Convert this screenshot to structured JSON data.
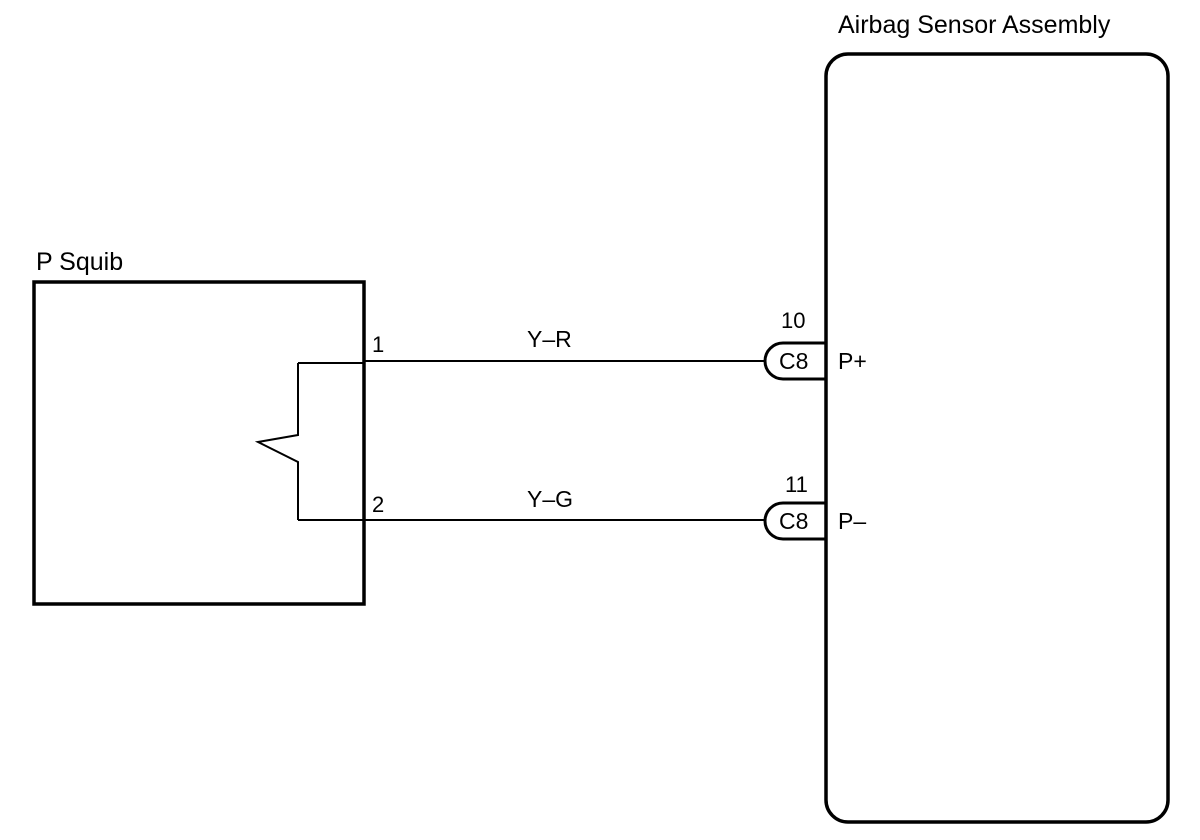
{
  "components": {
    "squib": {
      "title": "P Squib"
    },
    "sensor": {
      "title": "Airbag Sensor Assembly"
    }
  },
  "squib_pins": [
    {
      "number": "1"
    },
    {
      "number": "2"
    }
  ],
  "wires": [
    {
      "color_code": "Y–R"
    },
    {
      "color_code": "Y–G"
    }
  ],
  "connectors": [
    {
      "pin": "10",
      "code": "C8",
      "terminal": "P+"
    },
    {
      "pin": "11",
      "code": "C8",
      "terminal": "P–"
    }
  ]
}
